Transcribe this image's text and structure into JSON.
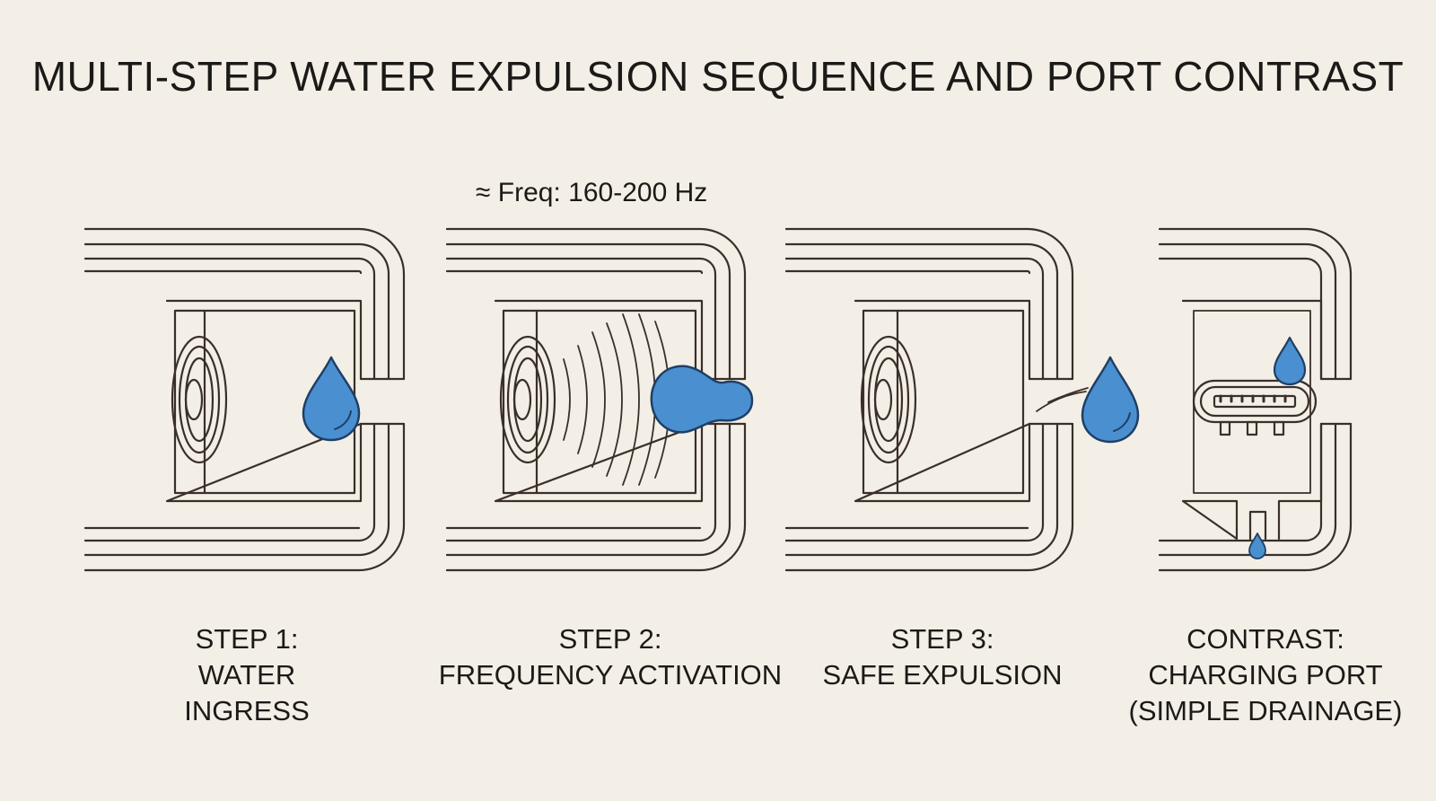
{
  "title": "MULTI-STEP WATER EXPULSION SEQUENCE AND PORT CONTRAST",
  "freq_label": "≈ Freq: 160-200 Hz",
  "colors": {
    "background": "#f3efe6",
    "line": "#3a2f29",
    "water": "#4a90d0"
  },
  "panels": [
    {
      "icon": "speaker-cavity-icon",
      "line1": "STEP 1:",
      "line2": "WATER INGRESS",
      "line3": ""
    },
    {
      "icon": "speaker-cavity-vibrating-icon",
      "line1": "STEP 2:",
      "line2": "FREQUENCY ACTIVATION",
      "line3": ""
    },
    {
      "icon": "speaker-cavity-expelling-icon",
      "line1": "STEP 3:",
      "line2": "SAFE EXPULSION",
      "line3": ""
    },
    {
      "icon": "charging-port-icon",
      "line1": "CONTRAST:",
      "line2": "CHARGING PORT",
      "line3": "(SIMPLE DRAINAGE)"
    }
  ]
}
